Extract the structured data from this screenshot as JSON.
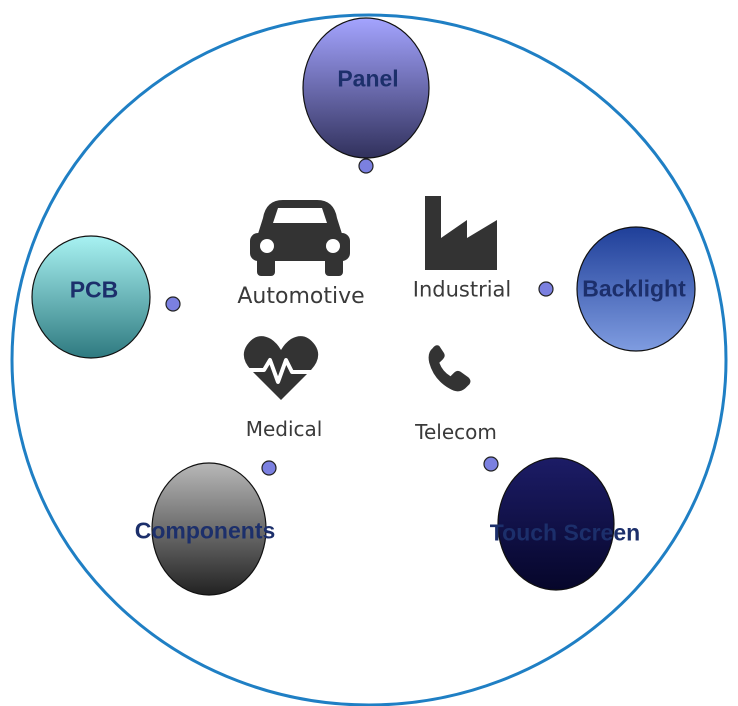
{
  "nodes": {
    "panel": "Panel",
    "pcb": "PCB",
    "backlight": "Backlight",
    "components": "Components",
    "touch_screen": "Touch Screen"
  },
  "industries": {
    "automotive": {
      "label": "Automotive",
      "icon": "car-icon"
    },
    "industrial": {
      "label": "Industrial",
      "icon": "factory-icon"
    },
    "medical": {
      "label": "Medical",
      "icon": "heart-pulse-icon"
    },
    "telecom": {
      "label": "Telecom",
      "icon": "phone-icon"
    }
  },
  "colors": {
    "ring": "#1f7fc4",
    "label": "#1c2f6b",
    "icon": "#333333",
    "connector_dot": "#7b80e0"
  }
}
